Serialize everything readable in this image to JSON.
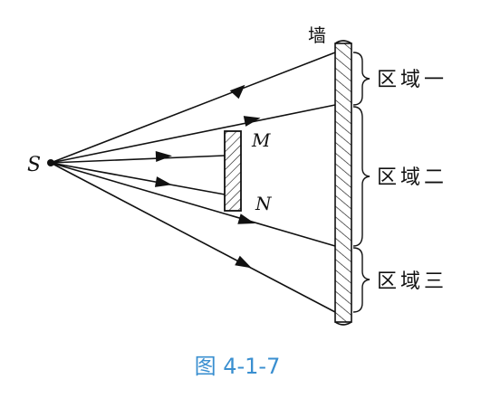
{
  "labels": {
    "source": "S",
    "top_edge": "M",
    "bottom_edge": "N",
    "wall": "墙",
    "region1": "区域一",
    "region2": "区域二",
    "region3": "区域三"
  },
  "caption": "图 4-1-7",
  "colors": {
    "ink": "#111111",
    "caption": "#3a8fd0"
  }
}
